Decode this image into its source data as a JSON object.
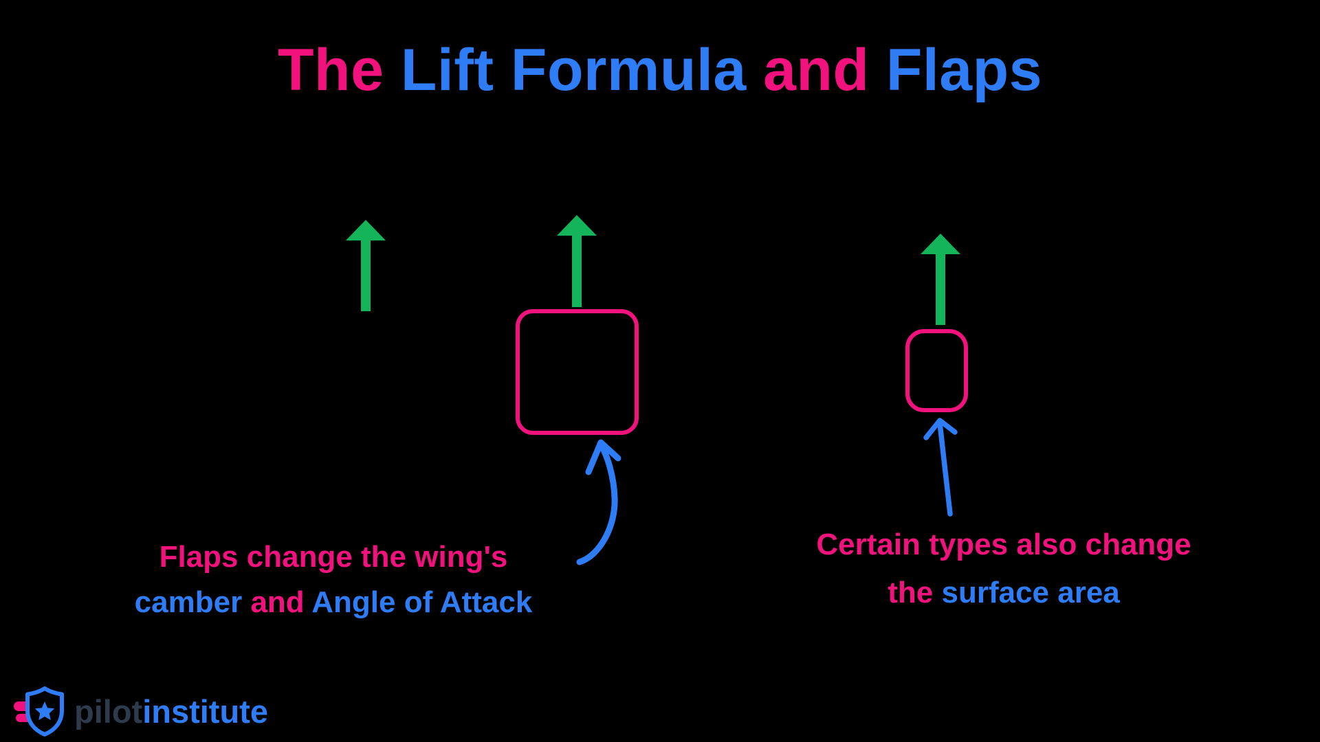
{
  "title": {
    "part1": "The ",
    "part2": "Lift Formula ",
    "part3": "and ",
    "part4": "Flaps"
  },
  "captions": {
    "left": {
      "line1": "Flaps change the wing's",
      "line2_part1": "camber",
      "line2_part2": " and ",
      "line2_part3": "Angle of Attack"
    },
    "right": {
      "line1": "Certain types also change",
      "line2_part1": "the ",
      "line2_part2": "surface area"
    }
  },
  "diagram": {
    "icons": [
      "lift-arrow-plain-wing-icon",
      "lift-arrow-flapped-wing-icon",
      "lift-arrow-area-flap-wing-icon",
      "flapped-wing-box",
      "area-flap-wing-box",
      "camber-annotation-arrow-icon",
      "surface-area-annotation-arrow-icon"
    ]
  },
  "logo": {
    "part1": "pilot",
    "part2": "institute",
    "icon": "pilot-institute-shield-star-icon"
  },
  "colors": {
    "background": "#000000",
    "pink": "#F1127D",
    "blue": "#2E7DF6",
    "green": "#14B45A",
    "logo_dark": "#2E3B4D",
    "logo_blue": "#2E7DF6"
  }
}
